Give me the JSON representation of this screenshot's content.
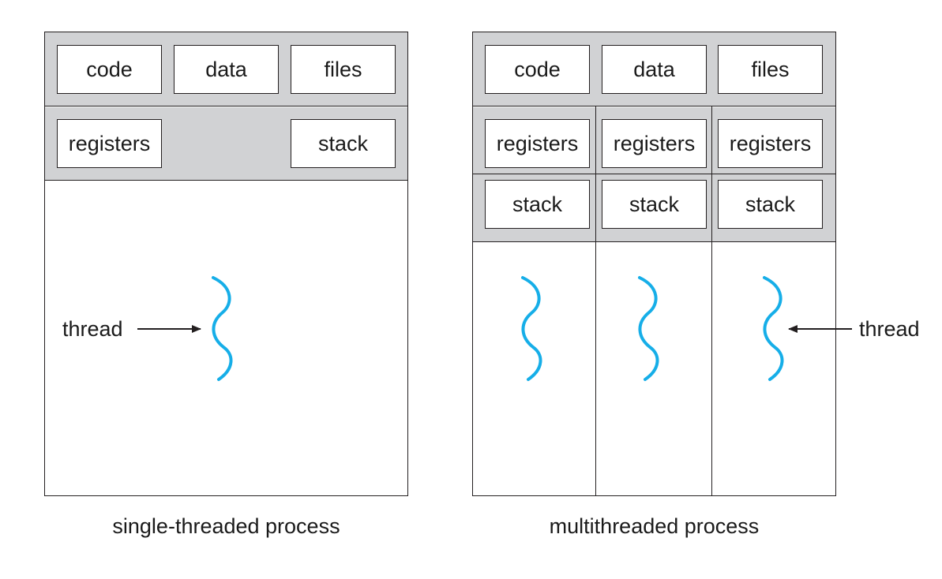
{
  "colors": {
    "shared_band": "#d1d2d4",
    "thread_wave": "#16aee8",
    "outline": "#231f20"
  },
  "single": {
    "caption": "single-threaded process",
    "shared": {
      "code": "code",
      "data": "data",
      "files": "files"
    },
    "thread_state": {
      "registers": "registers",
      "stack": "stack"
    },
    "thread_label": "thread"
  },
  "multi": {
    "caption": "multithreaded process",
    "shared": {
      "code": "code",
      "data": "data",
      "files": "files"
    },
    "threads": [
      {
        "registers": "registers",
        "stack": "stack"
      },
      {
        "registers": "registers",
        "stack": "stack"
      },
      {
        "registers": "registers",
        "stack": "stack"
      }
    ],
    "thread_label": "thread"
  },
  "icons": {
    "thread": "wavy-thread-icon",
    "arrow": "right-arrow-icon"
  }
}
